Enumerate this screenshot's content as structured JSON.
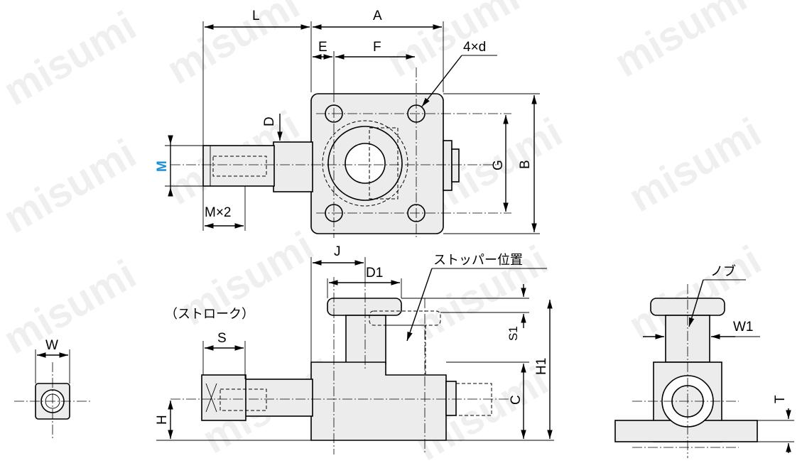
{
  "watermark": "misumi",
  "labels": {
    "L": "L",
    "A": "A",
    "E": "E",
    "F": "F",
    "four_d": "4×d",
    "D": "D",
    "M": "M",
    "M2": "M×2",
    "G": "G",
    "B": "B",
    "J": "J",
    "D1": "D1",
    "stopper": "ストッパー位置",
    "stroke": "（ストローク）",
    "S": "S",
    "S1": "S1",
    "H1": "H1",
    "C": "C",
    "H": "H",
    "W": "W",
    "knob": "ノブ",
    "W1": "W1",
    "T": "T"
  },
  "colors": {
    "highlight": "#1a8fd8",
    "fill": "#ececec"
  }
}
